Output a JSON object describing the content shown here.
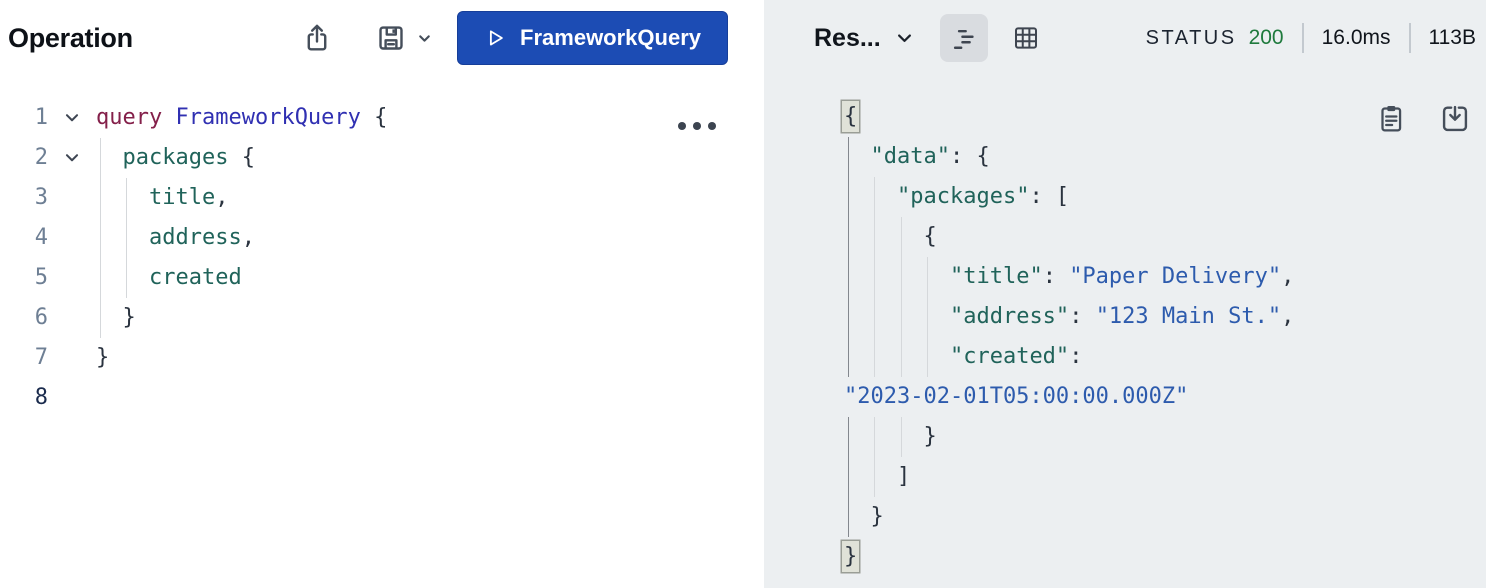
{
  "left_panel": {
    "header": {
      "title": "Operation",
      "run_label": "FrameworkQuery"
    },
    "editor": {
      "lines": [
        {
          "num": "1",
          "fold": true,
          "guides": [],
          "tokens": [
            {
              "c": "kw",
              "t": "query "
            },
            {
              "c": "op",
              "t": "FrameworkQuery "
            },
            {
              "c": "p",
              "t": "{"
            }
          ]
        },
        {
          "num": "2",
          "fold": true,
          "guides": [
            0
          ],
          "tokens": [
            {
              "c": "p",
              "t": "  "
            },
            {
              "c": "field",
              "t": "packages "
            },
            {
              "c": "p",
              "t": "{"
            }
          ]
        },
        {
          "num": "3",
          "fold": false,
          "guides": [
            0,
            1
          ],
          "tokens": [
            {
              "c": "p",
              "t": "    "
            },
            {
              "c": "field",
              "t": "title"
            },
            {
              "c": "p",
              "t": ","
            }
          ]
        },
        {
          "num": "4",
          "fold": false,
          "guides": [
            0,
            1
          ],
          "tokens": [
            {
              "c": "p",
              "t": "    "
            },
            {
              "c": "field",
              "t": "address"
            },
            {
              "c": "p",
              "t": ","
            }
          ]
        },
        {
          "num": "5",
          "fold": false,
          "guides": [
            0,
            1
          ],
          "tokens": [
            {
              "c": "p",
              "t": "    "
            },
            {
              "c": "field",
              "t": "created"
            }
          ]
        },
        {
          "num": "6",
          "fold": false,
          "guides": [
            0
          ],
          "tokens": [
            {
              "c": "p",
              "t": "  }"
            }
          ]
        },
        {
          "num": "7",
          "fold": false,
          "guides": [],
          "tokens": [
            {
              "c": "p",
              "t": "}"
            }
          ]
        },
        {
          "num": "8",
          "fold": false,
          "active": true,
          "guides": [],
          "tokens": []
        }
      ]
    }
  },
  "right_panel": {
    "header": {
      "selector_label": "Res...",
      "status_label": "STATUS",
      "status_code": "200",
      "duration": "16.0ms",
      "size": "113B"
    },
    "response": {
      "lines": [
        {
          "guides": [],
          "tokens": [
            {
              "c": "p hl",
              "t": "{"
            }
          ]
        },
        {
          "guides": [
            0
          ],
          "tokens": [
            {
              "c": "p",
              "t": "  "
            },
            {
              "c": "key",
              "t": "\"data\""
            },
            {
              "c": "p",
              "t": ": {"
            }
          ]
        },
        {
          "guides": [
            0,
            1
          ],
          "tokens": [
            {
              "c": "p",
              "t": "    "
            },
            {
              "c": "key",
              "t": "\"packages\""
            },
            {
              "c": "p",
              "t": ": ["
            }
          ]
        },
        {
          "guides": [
            0,
            1,
            2
          ],
          "tokens": [
            {
              "c": "p",
              "t": "      {"
            }
          ]
        },
        {
          "guides": [
            0,
            1,
            2,
            3
          ],
          "tokens": [
            {
              "c": "p",
              "t": "        "
            },
            {
              "c": "key",
              "t": "\"title\""
            },
            {
              "c": "p",
              "t": ": "
            },
            {
              "c": "str",
              "t": "\"Paper Delivery\""
            },
            {
              "c": "p",
              "t": ","
            }
          ]
        },
        {
          "guides": [
            0,
            1,
            2,
            3
          ],
          "tokens": [
            {
              "c": "p",
              "t": "        "
            },
            {
              "c": "key",
              "t": "\"address\""
            },
            {
              "c": "p",
              "t": ": "
            },
            {
              "c": "str",
              "t": "\"123 Main St.\""
            },
            {
              "c": "p",
              "t": ","
            }
          ]
        },
        {
          "guides": [
            0,
            1,
            2,
            3
          ],
          "tokens": [
            {
              "c": "p",
              "t": "        "
            },
            {
              "c": "key",
              "t": "\"created\""
            },
            {
              "c": "p",
              "t": ":"
            }
          ]
        },
        {
          "guides": [],
          "wrapped": true,
          "tokens": [
            {
              "c": "str",
              "t": "\"2023-02-01T05:00:00.000Z\""
            }
          ]
        },
        {
          "guides": [
            0,
            1,
            2
          ],
          "tokens": [
            {
              "c": "p",
              "t": "      }"
            }
          ]
        },
        {
          "guides": [
            0,
            1
          ],
          "tokens": [
            {
              "c": "p",
              "t": "    ]"
            }
          ]
        },
        {
          "guides": [
            0
          ],
          "tokens": [
            {
              "c": "p",
              "t": "  }"
            }
          ]
        },
        {
          "guides": [],
          "tokens": [
            {
              "c": "p hl",
              "t": "}"
            }
          ]
        }
      ]
    }
  },
  "colors": {
    "accent_blue": "#1c4cb4",
    "status_green": "#1f7a3d",
    "right_panel_bg": "#eceff1",
    "keyword_maroon": "#84204a",
    "operation_name_blue": "#3030b2",
    "field_teal": "#20635a",
    "string_blue": "#2d5bad"
  }
}
